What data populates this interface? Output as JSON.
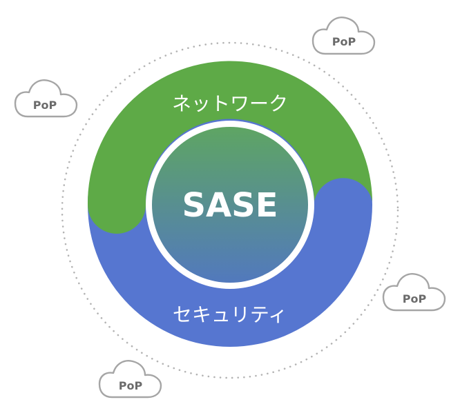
{
  "center": {
    "label": "SASE"
  },
  "segments": {
    "network": "ネットワーク",
    "security": "セキュリティ"
  },
  "pops": [
    {
      "label": "PoP"
    },
    {
      "label": "PoP"
    },
    {
      "label": "PoP"
    },
    {
      "label": "PoP"
    }
  ],
  "colors": {
    "network": "#5eaa47",
    "security": "#5676d0",
    "center_top": "#5ea563",
    "center_bottom": "#5279bd",
    "cloud_stroke": "#a5a5a5",
    "pop_text": "#6b6b6b",
    "orbit_dots": "#b3b3b3"
  }
}
